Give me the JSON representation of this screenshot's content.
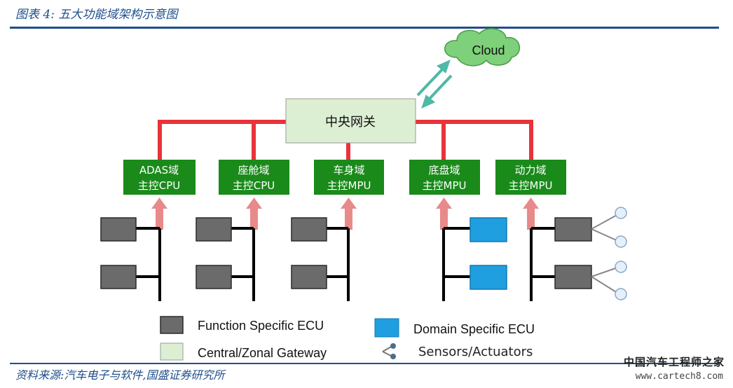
{
  "header": {
    "title": "图表 4:  五大功能域架构示意图"
  },
  "cloud": {
    "label": "Cloud"
  },
  "gateway": {
    "label": "中央网关"
  },
  "domains": [
    {
      "line1": "ADAS域",
      "line2": "主控CPU"
    },
    {
      "line1": "座舱域",
      "line2": "主控CPU"
    },
    {
      "line1": "车身域",
      "line2": "主控MPU"
    },
    {
      "line1": "底盘域",
      "line2": "主控MPU"
    },
    {
      "line1": "动力域",
      "line2": "主控MPU"
    }
  ],
  "legend": {
    "function_ecu": "Function Specific ECU",
    "gateway": "Central/Zonal Gateway",
    "domain_ecu": "Domain Specific ECU",
    "sensors": "Sensors/Actuators"
  },
  "colors": {
    "domain_box": "#1a8a1a",
    "gateway_box": "#dcefd2",
    "bus_red": "#e8333a",
    "arrow_pink": "#e88a8a",
    "function_ecu": "#6b6b6b",
    "domain_ecu": "#1f9fe0",
    "cloud": "#7ed07a",
    "sensor": "#e6f0fb"
  },
  "footer": {
    "source": "资料来源:汽车电子与软件,国盛证券研究所"
  },
  "watermark": {
    "line1": "中国汽车工程师之家",
    "line2": "www.cartech8.com"
  }
}
